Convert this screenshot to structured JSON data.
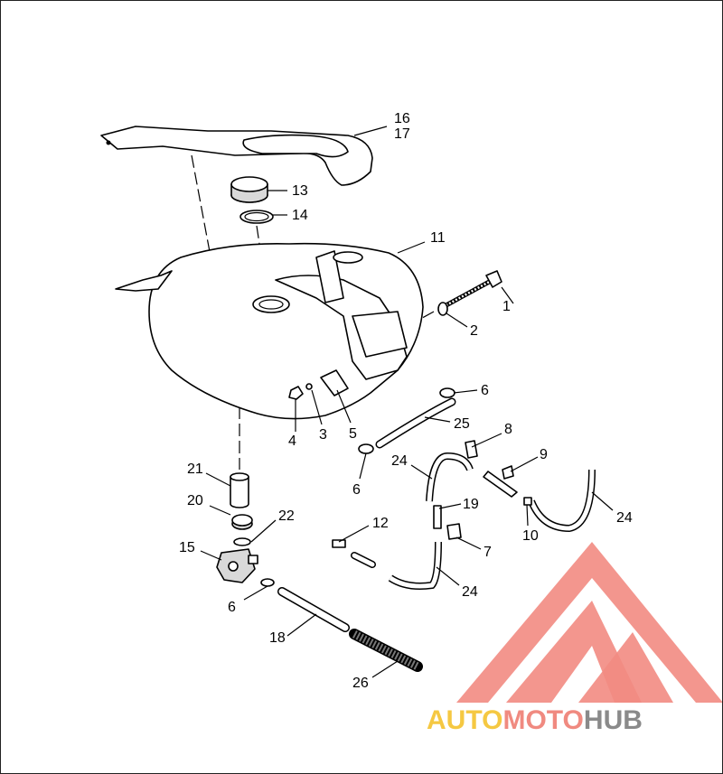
{
  "diagram": {
    "callouts": [
      {
        "label": "1"
      },
      {
        "label": "2"
      },
      {
        "label": "3"
      },
      {
        "label": "4"
      },
      {
        "label": "5"
      },
      {
        "label": "6"
      },
      {
        "label": "6"
      },
      {
        "label": "6"
      },
      {
        "label": "7"
      },
      {
        "label": "8"
      },
      {
        "label": "9"
      },
      {
        "label": "10"
      },
      {
        "label": "11"
      },
      {
        "label": "12"
      },
      {
        "label": "13"
      },
      {
        "label": "14"
      },
      {
        "label": "15"
      },
      {
        "label": "16"
      },
      {
        "label": "17"
      },
      {
        "label": "18"
      },
      {
        "label": "19"
      },
      {
        "label": "20"
      },
      {
        "label": "21"
      },
      {
        "label": "22"
      },
      {
        "label": "24"
      },
      {
        "label": "24"
      },
      {
        "label": "24"
      },
      {
        "label": "25"
      },
      {
        "label": "26"
      }
    ]
  },
  "watermark": {
    "part1": "AUTO",
    "part2": "MOTO",
    "part3": "HUB",
    "colors": {
      "auto": "#f5c842",
      "moto": "#f08a80",
      "hub": "#8a8a8a",
      "logo": "#f28b82"
    }
  }
}
